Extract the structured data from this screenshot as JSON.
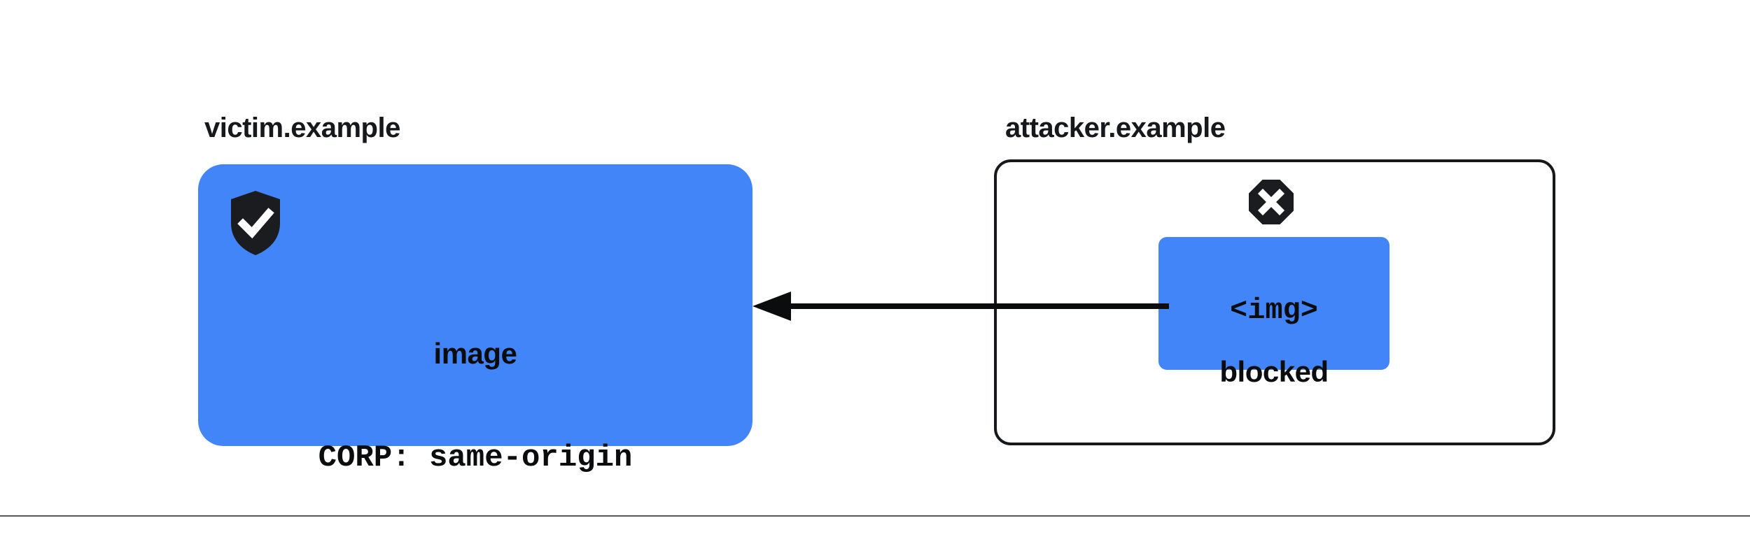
{
  "diagram": {
    "background_color": "#ffffff",
    "accent_color": "#4285f8",
    "ink_color": "#17181c",
    "divider_color": "#56585d"
  },
  "origins": {
    "victim": {
      "label": "victim.example",
      "badge_icon": "shield-check-icon",
      "panel_style": "filled",
      "panel_color": "#4285f8",
      "resource": {
        "name": "image",
        "header": "CORP: same-origin"
      }
    },
    "attacker": {
      "label": "attacker.example",
      "badge_icon": "octagon-x-icon",
      "panel_style": "outlined",
      "panel_border_color": "#17181c",
      "resource": {
        "tag": "<img>",
        "status": "blocked",
        "box_color": "#4285f8"
      }
    }
  },
  "arrow": {
    "icon": "arrow-left-icon",
    "direction": "right-to-left",
    "from": "attacker.example",
    "to": "victim.example",
    "color": "#0b0c0e"
  }
}
